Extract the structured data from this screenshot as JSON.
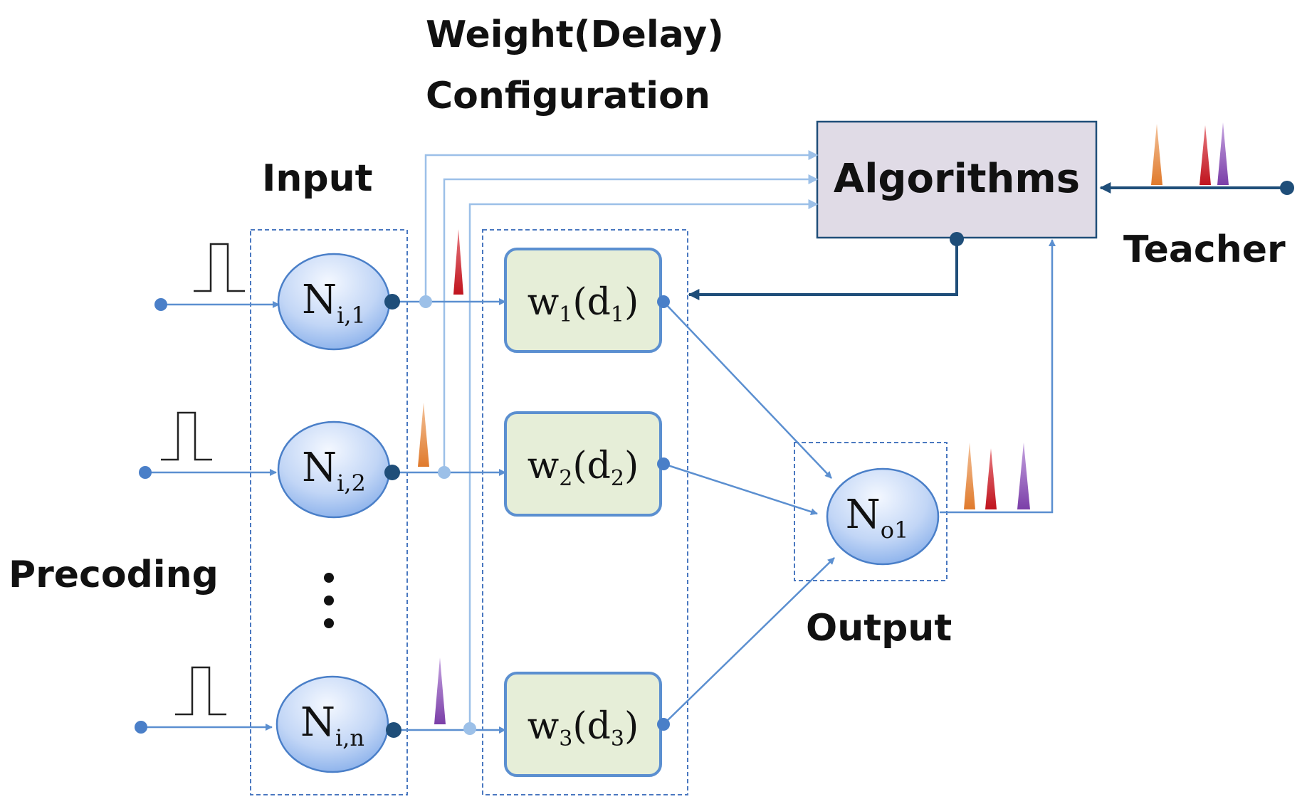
{
  "labels": {
    "title_line1": "Weight(Delay)",
    "title_line2": "Configuration",
    "input": "Input",
    "output": "Output",
    "precoding": "Precoding",
    "teacher": "Teacher",
    "algorithms": "Algorithms",
    "ellipsis": "⋮"
  },
  "input_neurons": [
    {
      "base": "N",
      "sub": "i,1"
    },
    {
      "base": "N",
      "sub": "i,2"
    },
    {
      "base": "N",
      "sub": "i,n"
    }
  ],
  "output_neuron": {
    "base": "N",
    "sub": "o1"
  },
  "weights": [
    {
      "w": "w",
      "wsub": "1",
      "d": "d",
      "dsub": "1"
    },
    {
      "w": "w",
      "wsub": "2",
      "d": "d",
      "dsub": "2"
    },
    {
      "w": "w",
      "wsub": "3",
      "d": "d",
      "dsub": "3"
    }
  ],
  "colors": {
    "line": "#5b8fd0",
    "light_line": "#9cc0e8",
    "dark_line": "#1f4e79",
    "neuron_fill_top": "#eef4ff",
    "neuron_fill_bottom": "#8fb5ef",
    "weight_fill": "#e6eed8",
    "weight_border": "#5b8fd0",
    "algo_fill": "#e0dbe6",
    "algo_border": "#1f4e79",
    "spike_orange": "#e07a2c",
    "spike_red": "#c0141e",
    "spike_purple": "#7b3fa8"
  }
}
